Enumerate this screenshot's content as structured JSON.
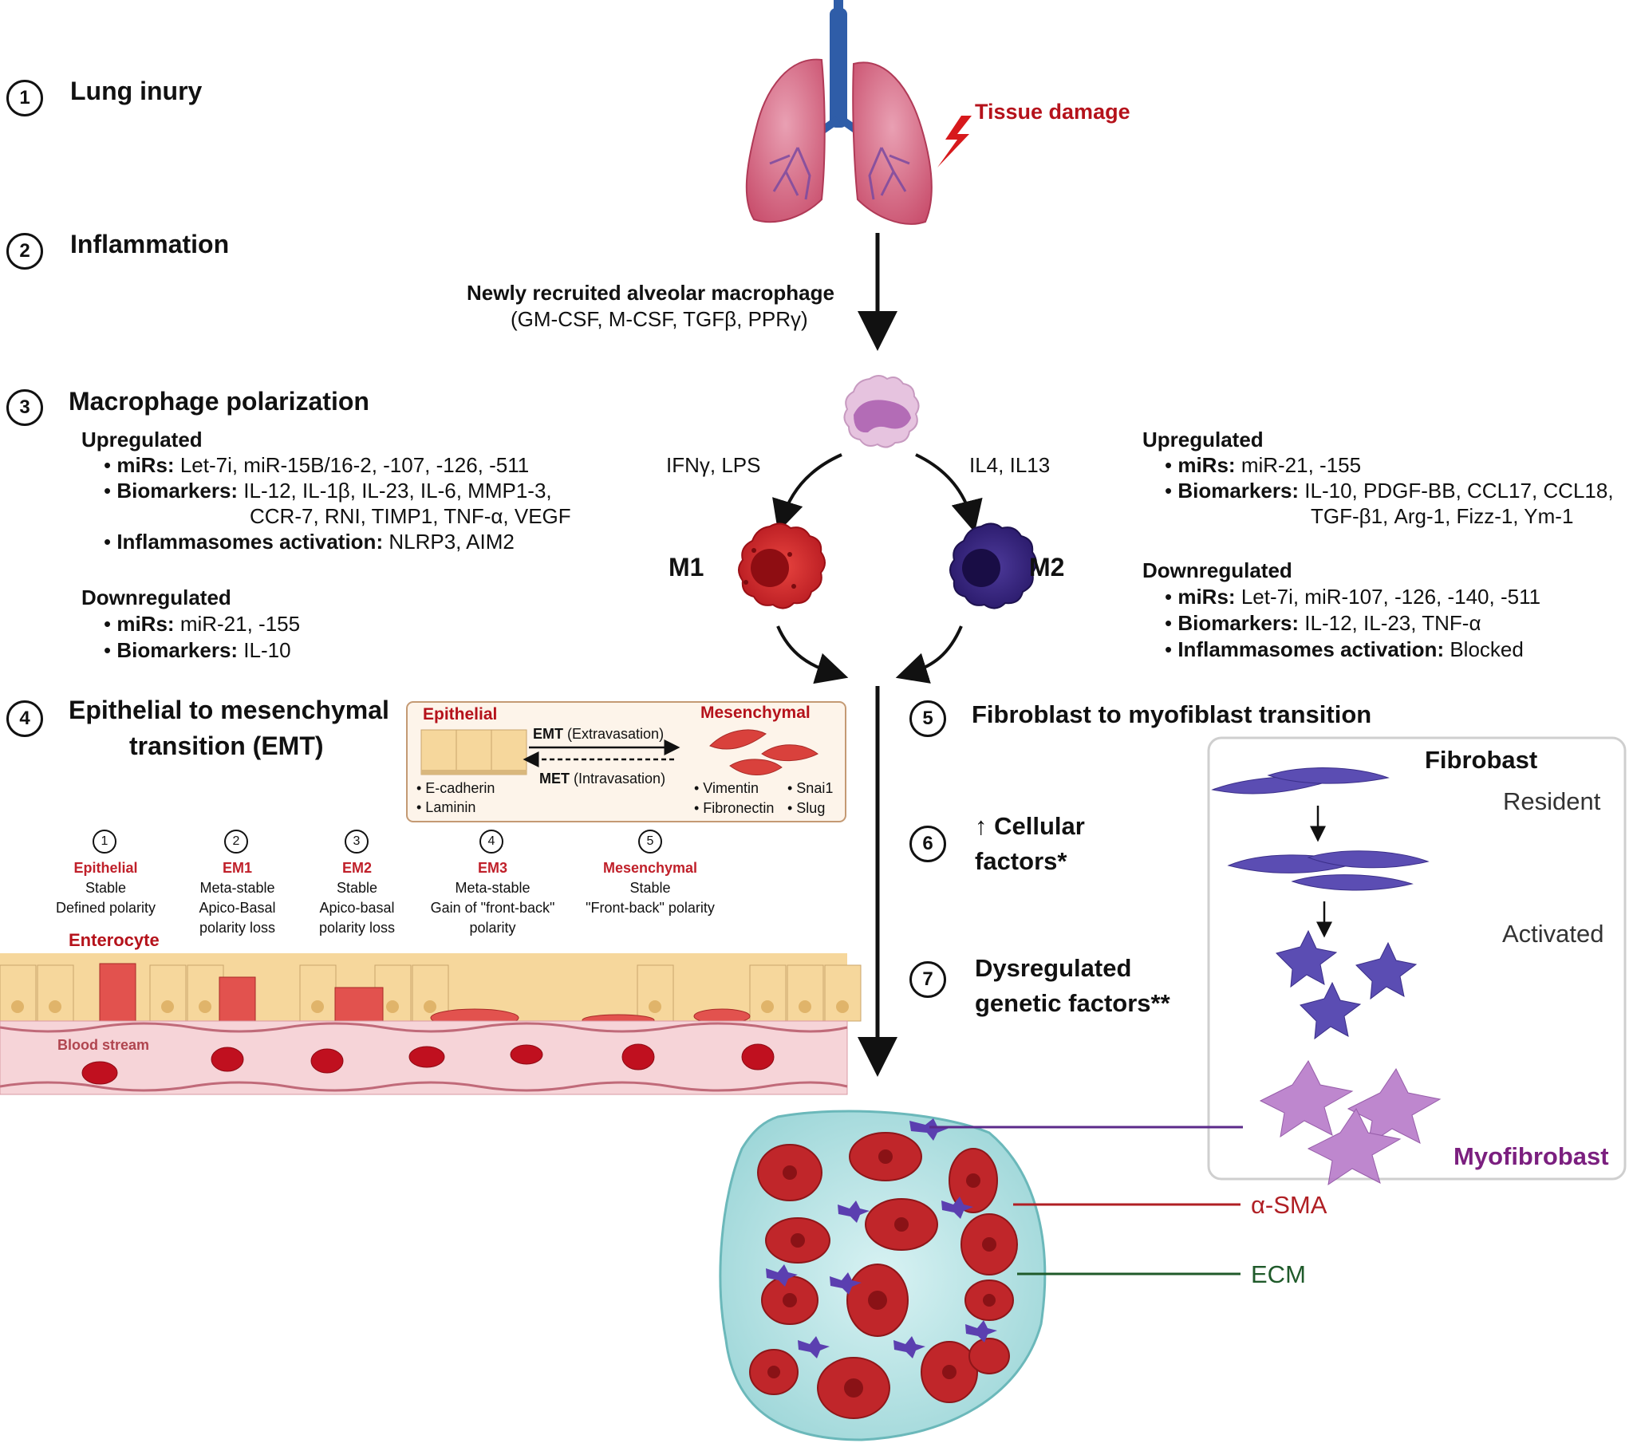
{
  "steps": {
    "s1": {
      "num": "1",
      "title": "Lung inury"
    },
    "s2": {
      "num": "2",
      "title": "Inflammation"
    },
    "s3": {
      "num": "3",
      "title": "Macrophage polarization"
    },
    "s4": {
      "num": "4",
      "title_line1": "Epithelial to mesenchymal",
      "title_line2": "transition (EMT)"
    },
    "s5": {
      "num": "5",
      "title": "Fibroblast to myofiblast transition"
    },
    "s6": {
      "num": "6",
      "title_line1": "↑ Cellular",
      "title_line2": "factors*"
    },
    "s7": {
      "num": "7",
      "title_line1": "Dysregulated",
      "title_line2": "genetic factors**"
    }
  },
  "lung": {
    "damage_label": "Tissue damage"
  },
  "recruit": {
    "title": "Newly recruited alveolar macrophage",
    "factors": "(GM-CSF, M-CSF, TGFβ, PPRγ)"
  },
  "macrophage": {
    "m1_stimuli": "IFNγ, LPS",
    "m2_stimuli": "IL4, IL13",
    "m1_label": "M1",
    "m2_label": "M2"
  },
  "m1_panel": {
    "up_title": "Upregulated",
    "up_mirs_key": "miRs:",
    "up_mirs_val": "Let-7i, miR-15B/16-2, -107, -126, -511",
    "up_bio_key": "Biomarkers:",
    "up_bio_val": "IL-12, IL-1β, IL-23, IL-6, MMP1-3,",
    "up_bio_val2": "CCR-7, RNI, TIMP1, TNF-α, VEGF",
    "up_infl_key": "Inflammasomes activation:",
    "up_infl_val": "NLRP3, AIM2",
    "down_title": "Downregulated",
    "down_mirs_key": "miRs:",
    "down_mirs_val": "miR-21, -155",
    "down_bio_key": "Biomarkers:",
    "down_bio_val": "IL-10"
  },
  "m2_panel": {
    "up_title": "Upregulated",
    "up_mirs_key": "miRs:",
    "up_mirs_val": "miR-21, -155",
    "up_bio_key": "Biomarkers:",
    "up_bio_val": "IL-10, PDGF-BB, CCL17, CCL18,",
    "up_bio_val2": "TGF-β1, Arg-1, Fizz-1, Ym-1",
    "down_title": "Downregulated",
    "down_mirs_key": "miRs:",
    "down_mirs_val": "Let-7i, miR-107, -126, -140, -511",
    "down_bio_key": "Biomarkers:",
    "down_bio_val": "IL-12, IL-23, TNF-α",
    "down_infl_key": "Inflammasomes activation:",
    "down_infl_val": "Blocked"
  },
  "emt_box": {
    "epithelial": "Epithelial",
    "mesenchymal": "Mesenchymal",
    "emt": "EMT",
    "emt_paren": "(Extravasation)",
    "met": "MET",
    "met_paren": "(Intravasation)",
    "epi_marker1": "• E-cadherin",
    "epi_marker2": "• Laminin",
    "mes_marker1": "• Vimentin",
    "mes_marker2": "• Fibronectin",
    "mes_marker3": "• Snai1",
    "mes_marker4": "• Slug"
  },
  "emt_states": [
    {
      "num": "1",
      "name": "Epithelial",
      "line1": "Stable",
      "line2": "Defined polarity",
      "line3": ""
    },
    {
      "num": "2",
      "name": "EM1",
      "line1": "Meta-stable",
      "line2": "Apico-Basal",
      "line3": "polarity loss"
    },
    {
      "num": "3",
      "name": "EM2",
      "line1": "Stable",
      "line2": "Apico-basal",
      "line3": "polarity loss"
    },
    {
      "num": "4",
      "name": "EM3",
      "line1": "Meta-stable",
      "line2": "Gain of \"front-back\"",
      "line3": "polarity"
    },
    {
      "num": "5",
      "name": "Mesenchymal",
      "line1": "Stable",
      "line2": "\"Front-back\" polarity",
      "line3": ""
    }
  ],
  "tissue": {
    "enterocyte": "Enterocyte",
    "blood_stream": "Blood stream"
  },
  "fibro_panel": {
    "title": "Fibrobast",
    "resident": "Resident",
    "activated": "Activated",
    "myofibro": "Myofibrobast"
  },
  "legend": {
    "asma": "α-SMA",
    "ecm": "ECM"
  },
  "colors": {
    "dark_red": "#b5121b",
    "purple": "#7b1f7f",
    "asma_line": "#b01f24",
    "ecm_line": "#1f5a2a",
    "myofibro_line": "#5b2a8a"
  }
}
